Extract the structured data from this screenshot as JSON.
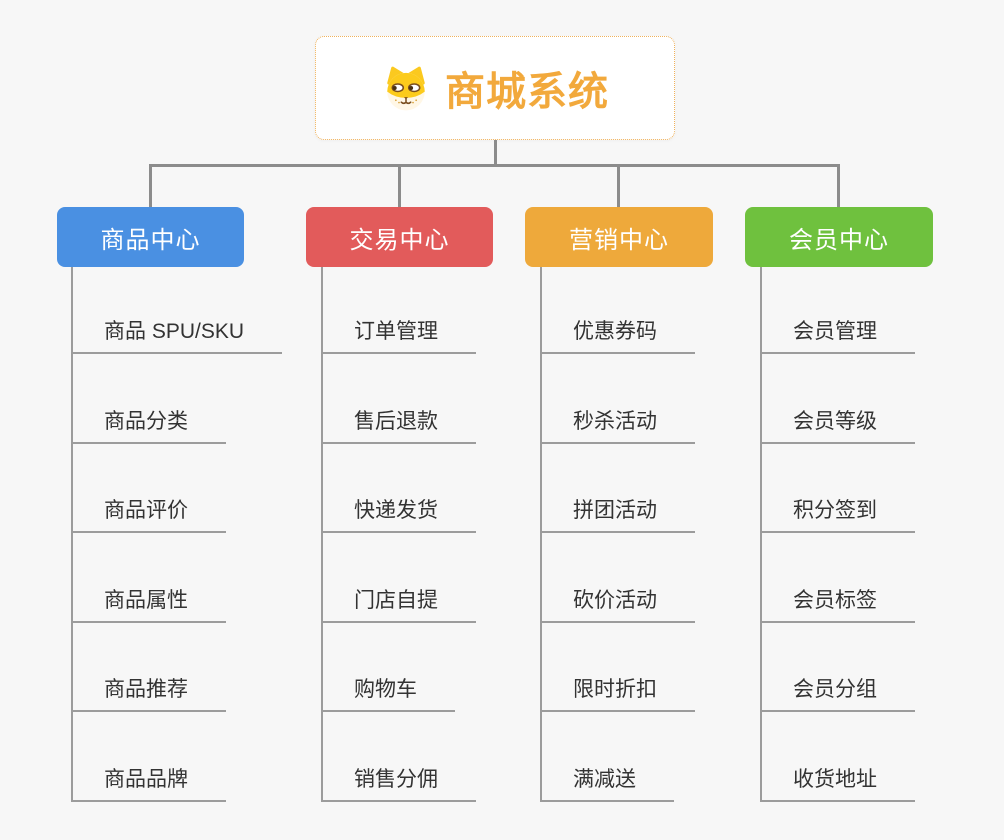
{
  "root": {
    "title": "商城系统",
    "icon": "dog-face-icon",
    "accent": "#f2a93c"
  },
  "branches": [
    {
      "label": "商品中心",
      "color": "#4a90e2",
      "children": [
        "商品 SPU/SKU",
        "商品分类",
        "商品评价",
        "商品属性",
        "商品推荐",
        "商品品牌"
      ]
    },
    {
      "label": "交易中心",
      "color": "#e25b5b",
      "children": [
        "订单管理",
        "售后退款",
        "快递发货",
        "门店自提",
        "购物车",
        "销售分佣"
      ]
    },
    {
      "label": "营销中心",
      "color": "#eea93b",
      "children": [
        "优惠券码",
        "秒杀活动",
        "拼团活动",
        "砍价活动",
        "限时折扣",
        "满减送"
      ]
    },
    {
      "label": "会员中心",
      "color": "#6fc13e",
      "children": [
        "会员管理",
        "会员等级",
        "积分签到",
        "会员标签",
        "会员分组",
        "收货地址"
      ]
    }
  ],
  "colors": {
    "connector": "#8c8c8c",
    "underline": "#9c9c9c",
    "background": "#f7f7f7",
    "root_border": "#f0b25c"
  }
}
